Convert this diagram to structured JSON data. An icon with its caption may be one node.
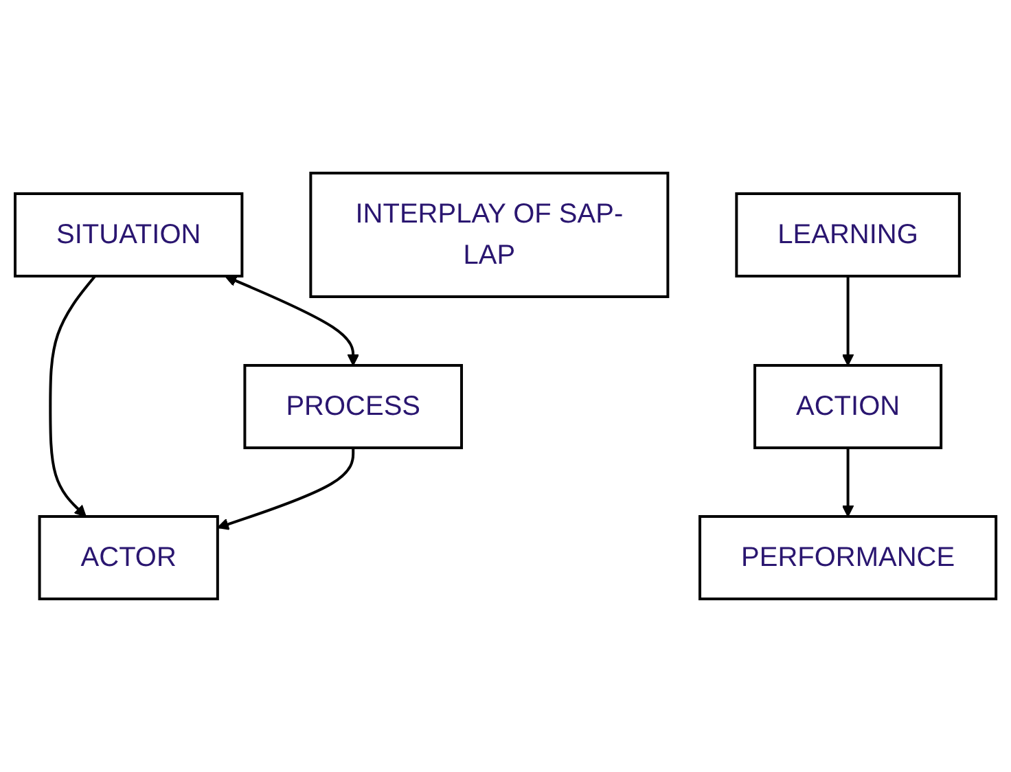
{
  "diagram": {
    "nodes": [
      {
        "text": [
          "ACTOR"
        ]
      },
      {
        "text": [
          "SITUATION"
        ]
      },
      {
        "text": [
          "PROCESS"
        ]
      },
      {
        "text": [
          "INTERPLAY OF SAP-LAP"
        ]
      },
      {
        "text": [
          "LEARNING"
        ]
      },
      {
        "text": [
          "PERFORMANCE"
        ]
      },
      {
        "text": [
          "ACTION"
        ]
      }
    ],
    "edges": [
      {
        "from": 1,
        "to": 0,
        "arrow": "to"
      },
      {
        "from": 2,
        "to": 0,
        "arrow": "to"
      },
      {
        "from": 1,
        "to": 2,
        "arrow": "both"
      },
      {
        "from": 4,
        "to": 6,
        "arrow": "to"
      },
      {
        "from": 6,
        "to": 5,
        "arrow": "to"
      }
    ]
  }
}
